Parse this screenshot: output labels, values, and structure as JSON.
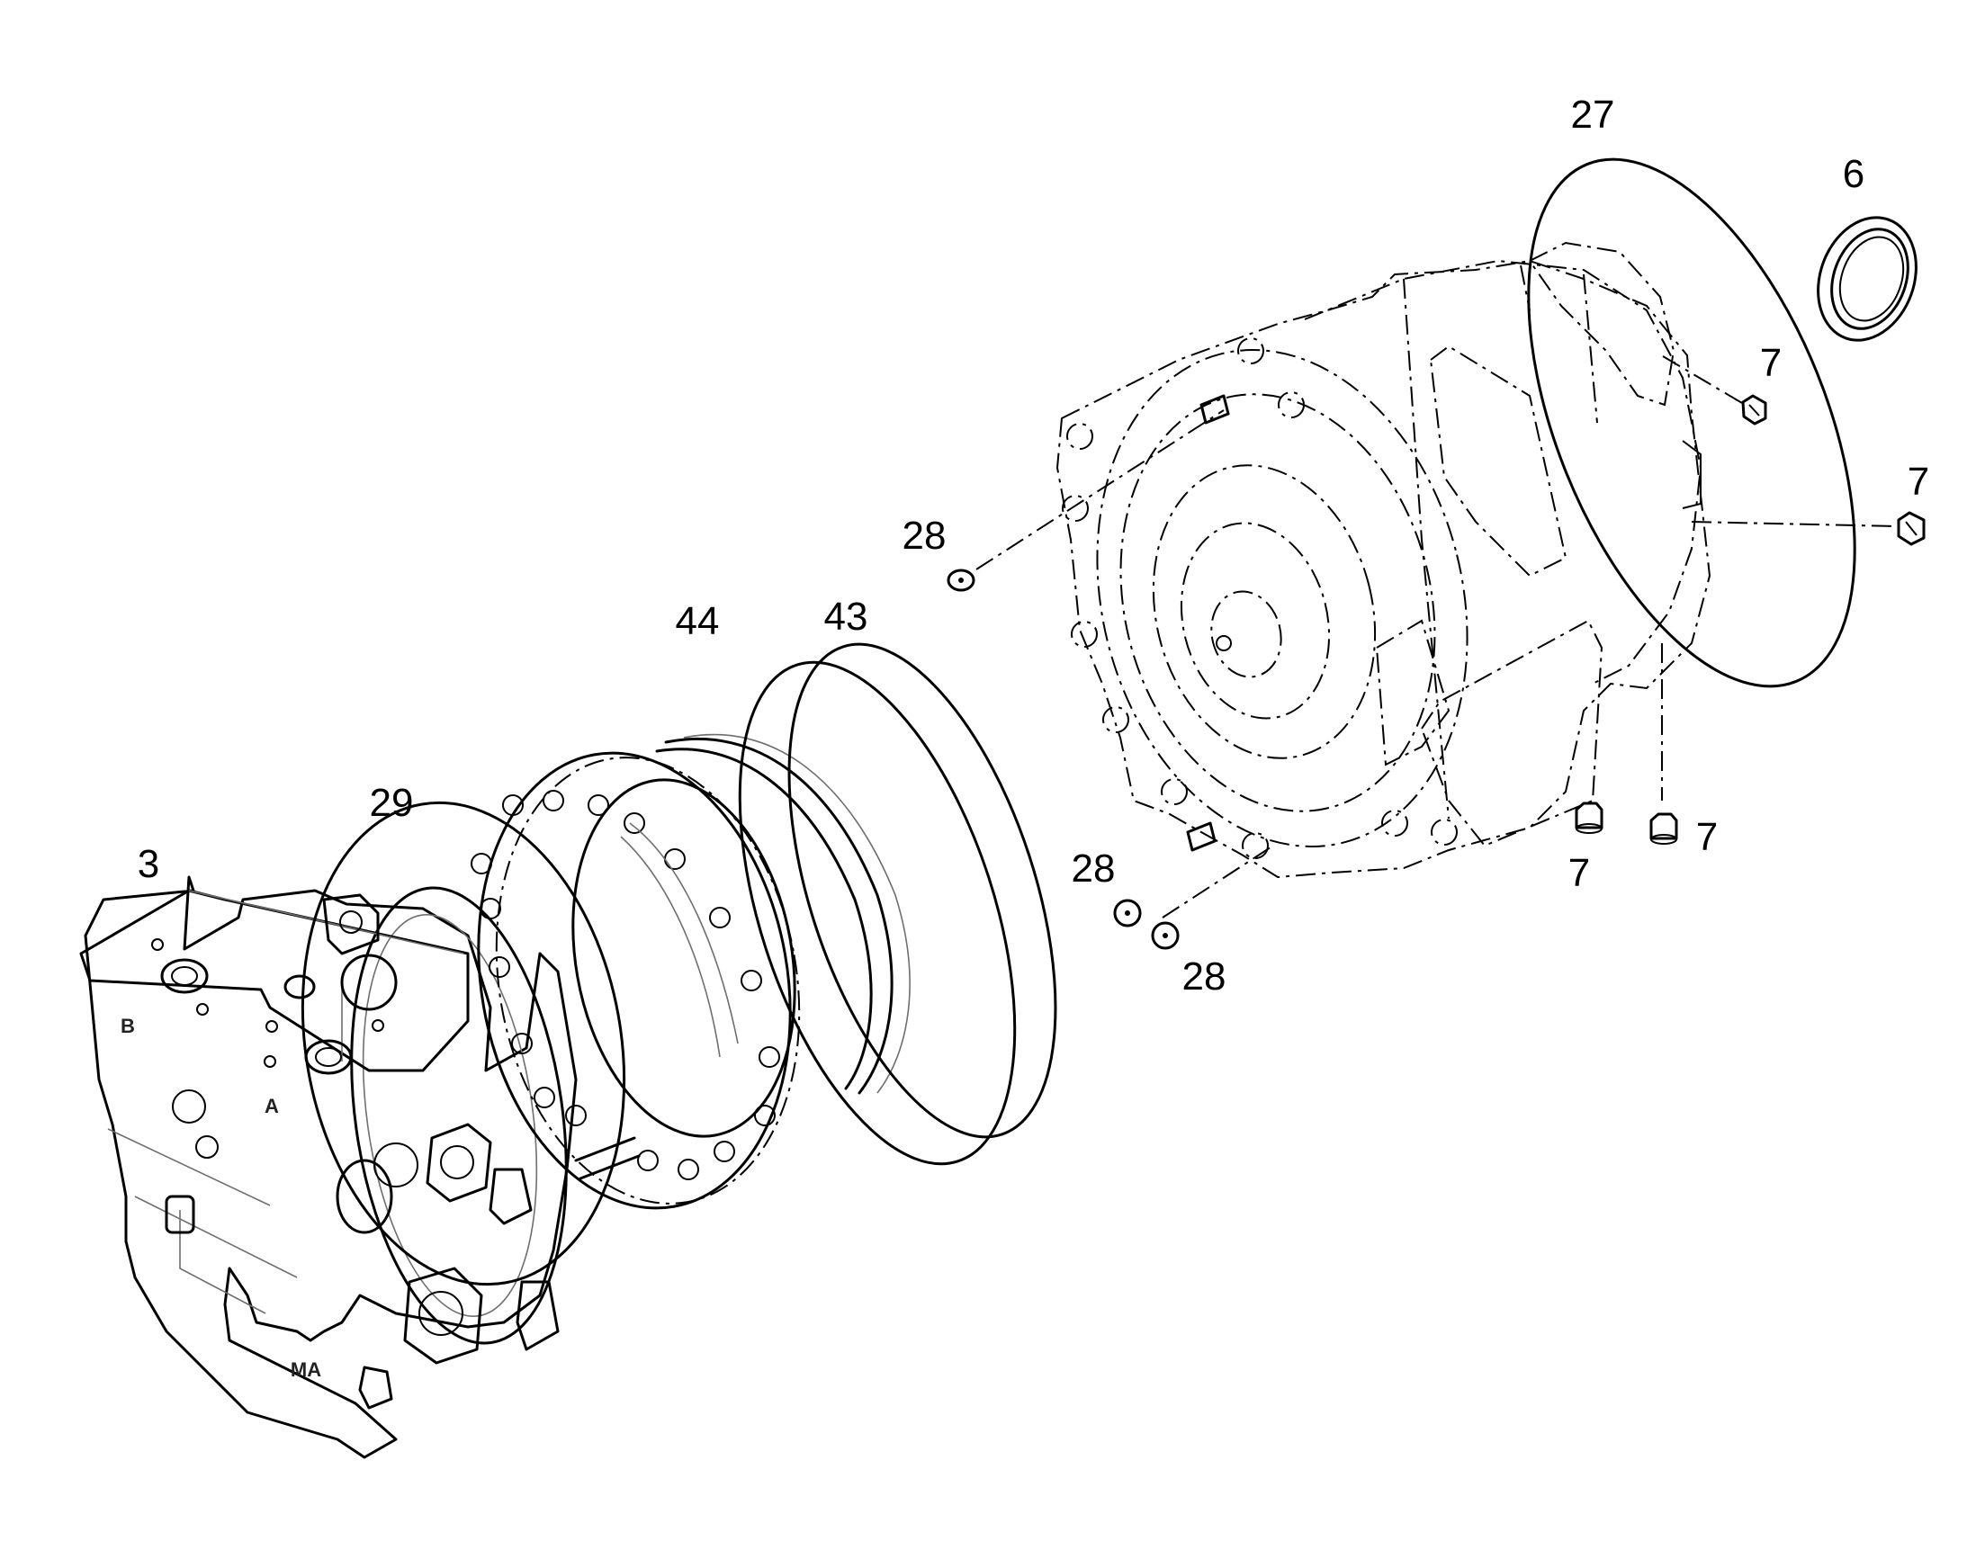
{
  "diagram": {
    "labels": {
      "motor": "3",
      "oring_small": "29",
      "disc_pack": "44",
      "oring_mid": "43",
      "washer_top": "28",
      "washer_bot_a": "28",
      "washer_bot_b": "28",
      "oring_large": "27",
      "seal": "6",
      "plug_top": "7",
      "plug_right": "7",
      "plug_bot_a": "7",
      "plug_bot_b": "7"
    },
    "port_marks": {
      "port_b": "B",
      "port_a": "A",
      "port_ma": "MA"
    }
  }
}
